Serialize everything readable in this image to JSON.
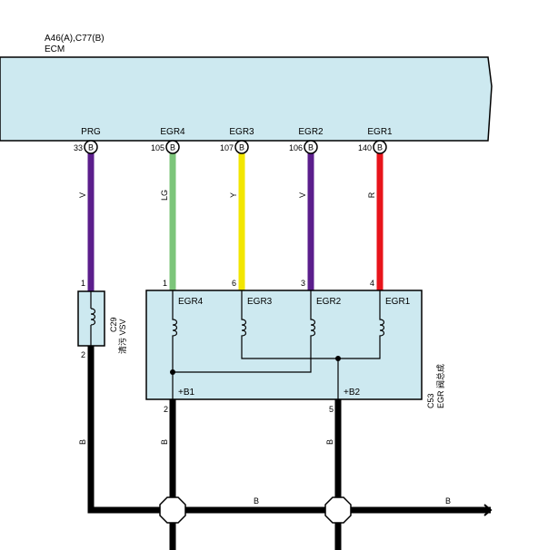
{
  "ecm": {
    "connector_ref": "A46(A),C77(B)",
    "name": "ECM"
  },
  "pins": [
    {
      "signal": "PRG",
      "pin": "33",
      "conn": "B",
      "wire_code": "V",
      "wire_color": "#5B1E8C",
      "dest_pin": "1"
    },
    {
      "signal": "EGR4",
      "pin": "105",
      "conn": "B",
      "wire_code": "LG",
      "wire_color": "#7CC57A",
      "dest_pin": "1"
    },
    {
      "signal": "EGR3",
      "pin": "107",
      "conn": "B",
      "wire_code": "Y",
      "wire_color": "#F2E600",
      "dest_pin": "6"
    },
    {
      "signal": "EGR2",
      "pin": "106",
      "conn": "B",
      "wire_code": "V",
      "wire_color": "#5B1E8C",
      "dest_pin": "3"
    },
    {
      "signal": "EGR1",
      "pin": "140",
      "conn": "B",
      "wire_code": "R",
      "wire_color": "#E8141B",
      "dest_pin": "4"
    }
  ],
  "vsv": {
    "code": "C29",
    "name": "清污 VSV",
    "out_pin": "2"
  },
  "egr_valve": {
    "code": "C53",
    "name": "EGR 阀总成",
    "coil_labels": [
      "EGR4",
      "EGR3",
      "EGR2",
      "EGR1"
    ],
    "power_labels": [
      "+B1",
      "+B2"
    ],
    "power_pins": [
      "2",
      "5"
    ]
  },
  "ground_wire": {
    "code": "B",
    "color": "#000000"
  },
  "colors": {
    "box_fill": "#CDE9F0",
    "stroke": "#000000"
  }
}
